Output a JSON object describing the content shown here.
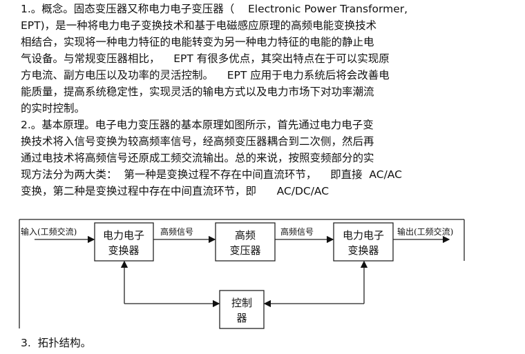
{
  "paragraphs": [
    "1.。概念。固态变压器又称电力电子变压器（    Electronic Power Transformer,",
    "EPT)，是一种将电力电子变换技术和基于电磁感应原理的高频电能变换技术",
    "相结合，实现将一种电力特征的电能转变为另一种电力特征的电能的静止电",
    "气设备。与常规变压器相比，    EPT 有很多优点，其突出特点在于可以实现原",
    "方电流、副方电压以及功率的灵活控制。    EPT 应用于电力系统后将会改善电",
    "能质量，提高系统稳定性，实现灵活的输电方式以及电力市场下对功率潮流",
    "的实时控制。",
    "2.。基本原理。电子电力变压器的基本原理如图所示，首先通过电力电子变",
    "换技术将入信号变换为较高频率信号，经高频变压器耦合到二次侧，然后再",
    "通过电技术将高频信号还原成工频交流输出。总的来说，按照变频部分的实",
    "现方法分为两大类：  第一种是变换过程不存在中间直流环节，    即直接  AC/AC",
    "变换，第二种是变换过程中存在中间直流环节，即      AC/DC/AC"
  ],
  "diagram": {
    "input_label": "输入(工频交流)",
    "output_label": "输出(工频交流)",
    "signal_label_1": "高频信号",
    "signal_label_2": "高频信号",
    "box1": [
      "电力电子",
      "变换器"
    ],
    "box2": [
      "高频",
      "变压器"
    ],
    "box3": [
      "电力电子",
      "变换器"
    ],
    "controller": [
      "控制",
      "器"
    ]
  },
  "section3": "3.  拓扑结构。"
}
